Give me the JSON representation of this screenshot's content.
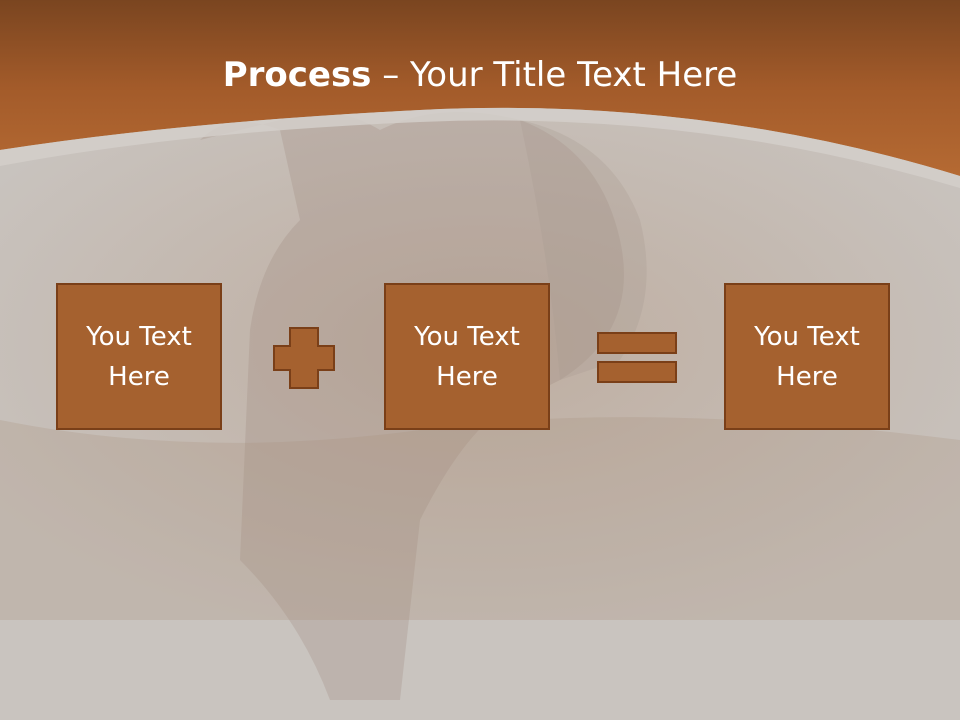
{
  "title": {
    "bold": "Process",
    "rest": " – Your Title Text Here"
  },
  "boxes": [
    {
      "text": "You Text Here"
    },
    {
      "text": "You Text Here"
    },
    {
      "text": "You Text Here"
    }
  ],
  "operators": [
    "plus-icon",
    "equals-icon"
  ],
  "colors": {
    "header": "#a9622e",
    "box_fill": "#a5612f",
    "box_border": "#7a3f18",
    "background": "#c9c4bf"
  }
}
